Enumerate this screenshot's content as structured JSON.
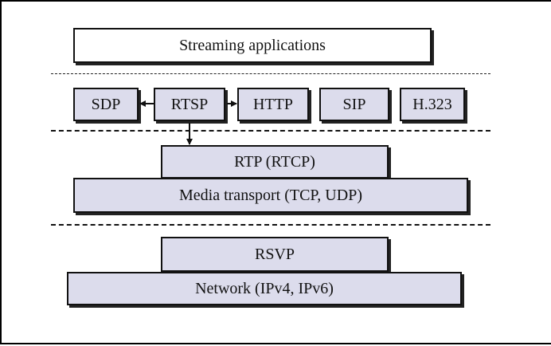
{
  "layers": {
    "applications": {
      "label": "Streaming applications"
    },
    "session": {
      "sdp": "SDP",
      "rtsp": "RTSP",
      "http": "HTTP",
      "sip": "SIP",
      "h323": "H.323"
    },
    "transport": {
      "rtp": "RTP (RTCP)",
      "media": "Media transport (TCP, UDP)"
    },
    "network": {
      "rsvp": "RSVP",
      "net": "Network (IPv4, IPv6)"
    }
  },
  "colors": {
    "box_fill": "#dcdcec",
    "top_box_fill": "#ffffff",
    "border": "#111111"
  }
}
